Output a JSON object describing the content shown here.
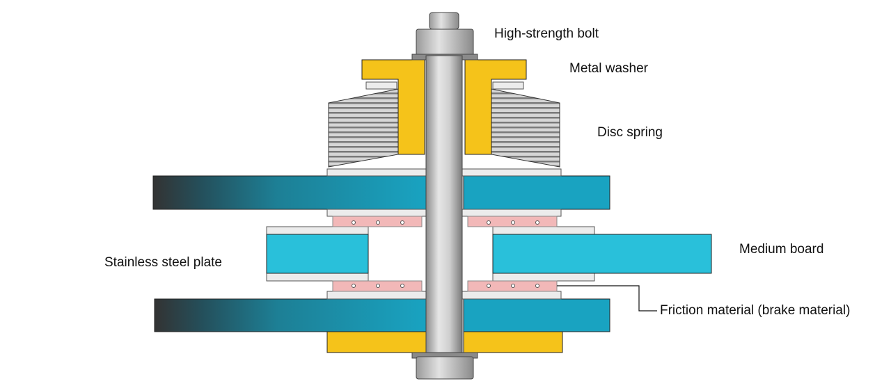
{
  "labels": {
    "bolt": "High-strength bolt",
    "washer": "Metal washer",
    "spring": "Disc spring",
    "stainless": "Stainless steel plate",
    "medium": "Medium board",
    "friction": "Friction material (brake material)"
  },
  "colors": {
    "teal": "#19a3c1",
    "dark_end": "#333333",
    "yellow": "#f5c31a",
    "steel": "#cfcfcf",
    "friction": "#f2b8b8",
    "cyan_board": "#29c0da",
    "outline": "#222222"
  }
}
